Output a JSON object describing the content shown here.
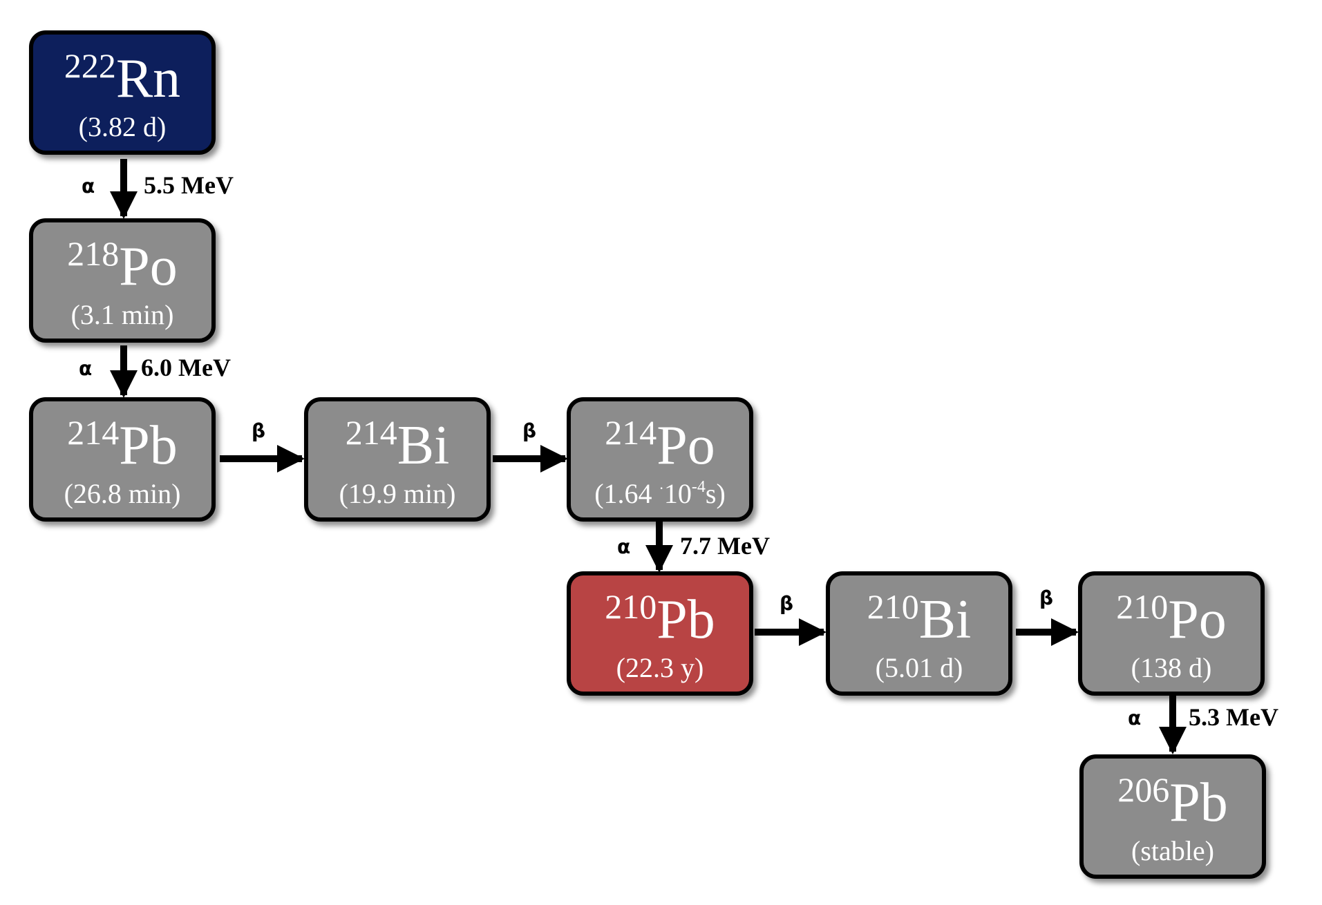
{
  "colors": {
    "start_node": "#0d1f5c",
    "default_node": "#8c8c8c",
    "highlight_node": "#b84444",
    "border": "#000000",
    "text": "#ffffff"
  },
  "nodes": [
    {
      "id": "rn222",
      "mass": "222",
      "symbol": "Rn",
      "half_life": "(3.82 d)",
      "color": "start_node"
    },
    {
      "id": "po218",
      "mass": "218",
      "symbol": "Po",
      "half_life": "(3.1 min)",
      "color": "default_node"
    },
    {
      "id": "pb214",
      "mass": "214",
      "symbol": "Pb",
      "half_life": "(26.8 min)",
      "color": "default_node"
    },
    {
      "id": "bi214",
      "mass": "214",
      "symbol": "Bi",
      "half_life": "(19.9 min)",
      "color": "default_node"
    },
    {
      "id": "po214",
      "mass": "214",
      "symbol": "Po",
      "half_life_prefix": "(1.64 ",
      "half_life_dot": "·",
      "half_life_base": "10",
      "half_life_exp": "-4",
      "half_life_suffix": "s)",
      "color": "default_node"
    },
    {
      "id": "pb210",
      "mass": "210",
      "symbol": "Pb",
      "half_life": "(22.3 y)",
      "color": "highlight_node"
    },
    {
      "id": "bi210",
      "mass": "210",
      "symbol": "Bi",
      "half_life": "(5.01 d)",
      "color": "default_node"
    },
    {
      "id": "po210",
      "mass": "210",
      "symbol": "Po",
      "half_life": "(138 d)",
      "color": "default_node"
    },
    {
      "id": "pb206",
      "mass": "206",
      "symbol": "Pb",
      "half_life": "(stable)",
      "color": "default_node"
    }
  ],
  "edges": [
    {
      "from": "rn222",
      "to": "po218",
      "decay": "α",
      "energy": "5.5 MeV"
    },
    {
      "from": "po218",
      "to": "pb214",
      "decay": "α",
      "energy": "6.0 MeV"
    },
    {
      "from": "pb214",
      "to": "bi214",
      "decay": "β"
    },
    {
      "from": "bi214",
      "to": "po214",
      "decay": "β"
    },
    {
      "from": "po214",
      "to": "pb210",
      "decay": "α",
      "energy": "7.7 MeV"
    },
    {
      "from": "pb210",
      "to": "bi210",
      "decay": "β"
    },
    {
      "from": "bi210",
      "to": "po210",
      "decay": "β"
    },
    {
      "from": "po210",
      "to": "pb206",
      "decay": "α",
      "energy": "5.3 MeV"
    }
  ]
}
